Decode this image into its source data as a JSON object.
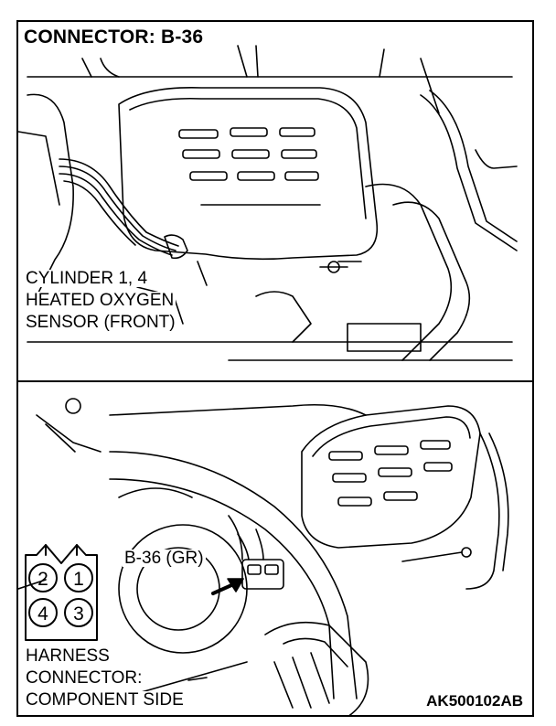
{
  "title": "CONNECTOR: B-36",
  "top_callout": {
    "lines": [
      "CYLINDER 1, 4",
      "HEATED OXYGEN",
      "SENSOR (FRONT)"
    ]
  },
  "bottom_callout": {
    "connector_label": "B-36 (GR)"
  },
  "connector_face": {
    "pins": [
      "2",
      "1",
      "4",
      "3"
    ]
  },
  "harness_caption": {
    "lines": [
      "HARNESS",
      "CONNECTOR:",
      "COMPONENT SIDE"
    ]
  },
  "figure_code": "AK500102AB"
}
